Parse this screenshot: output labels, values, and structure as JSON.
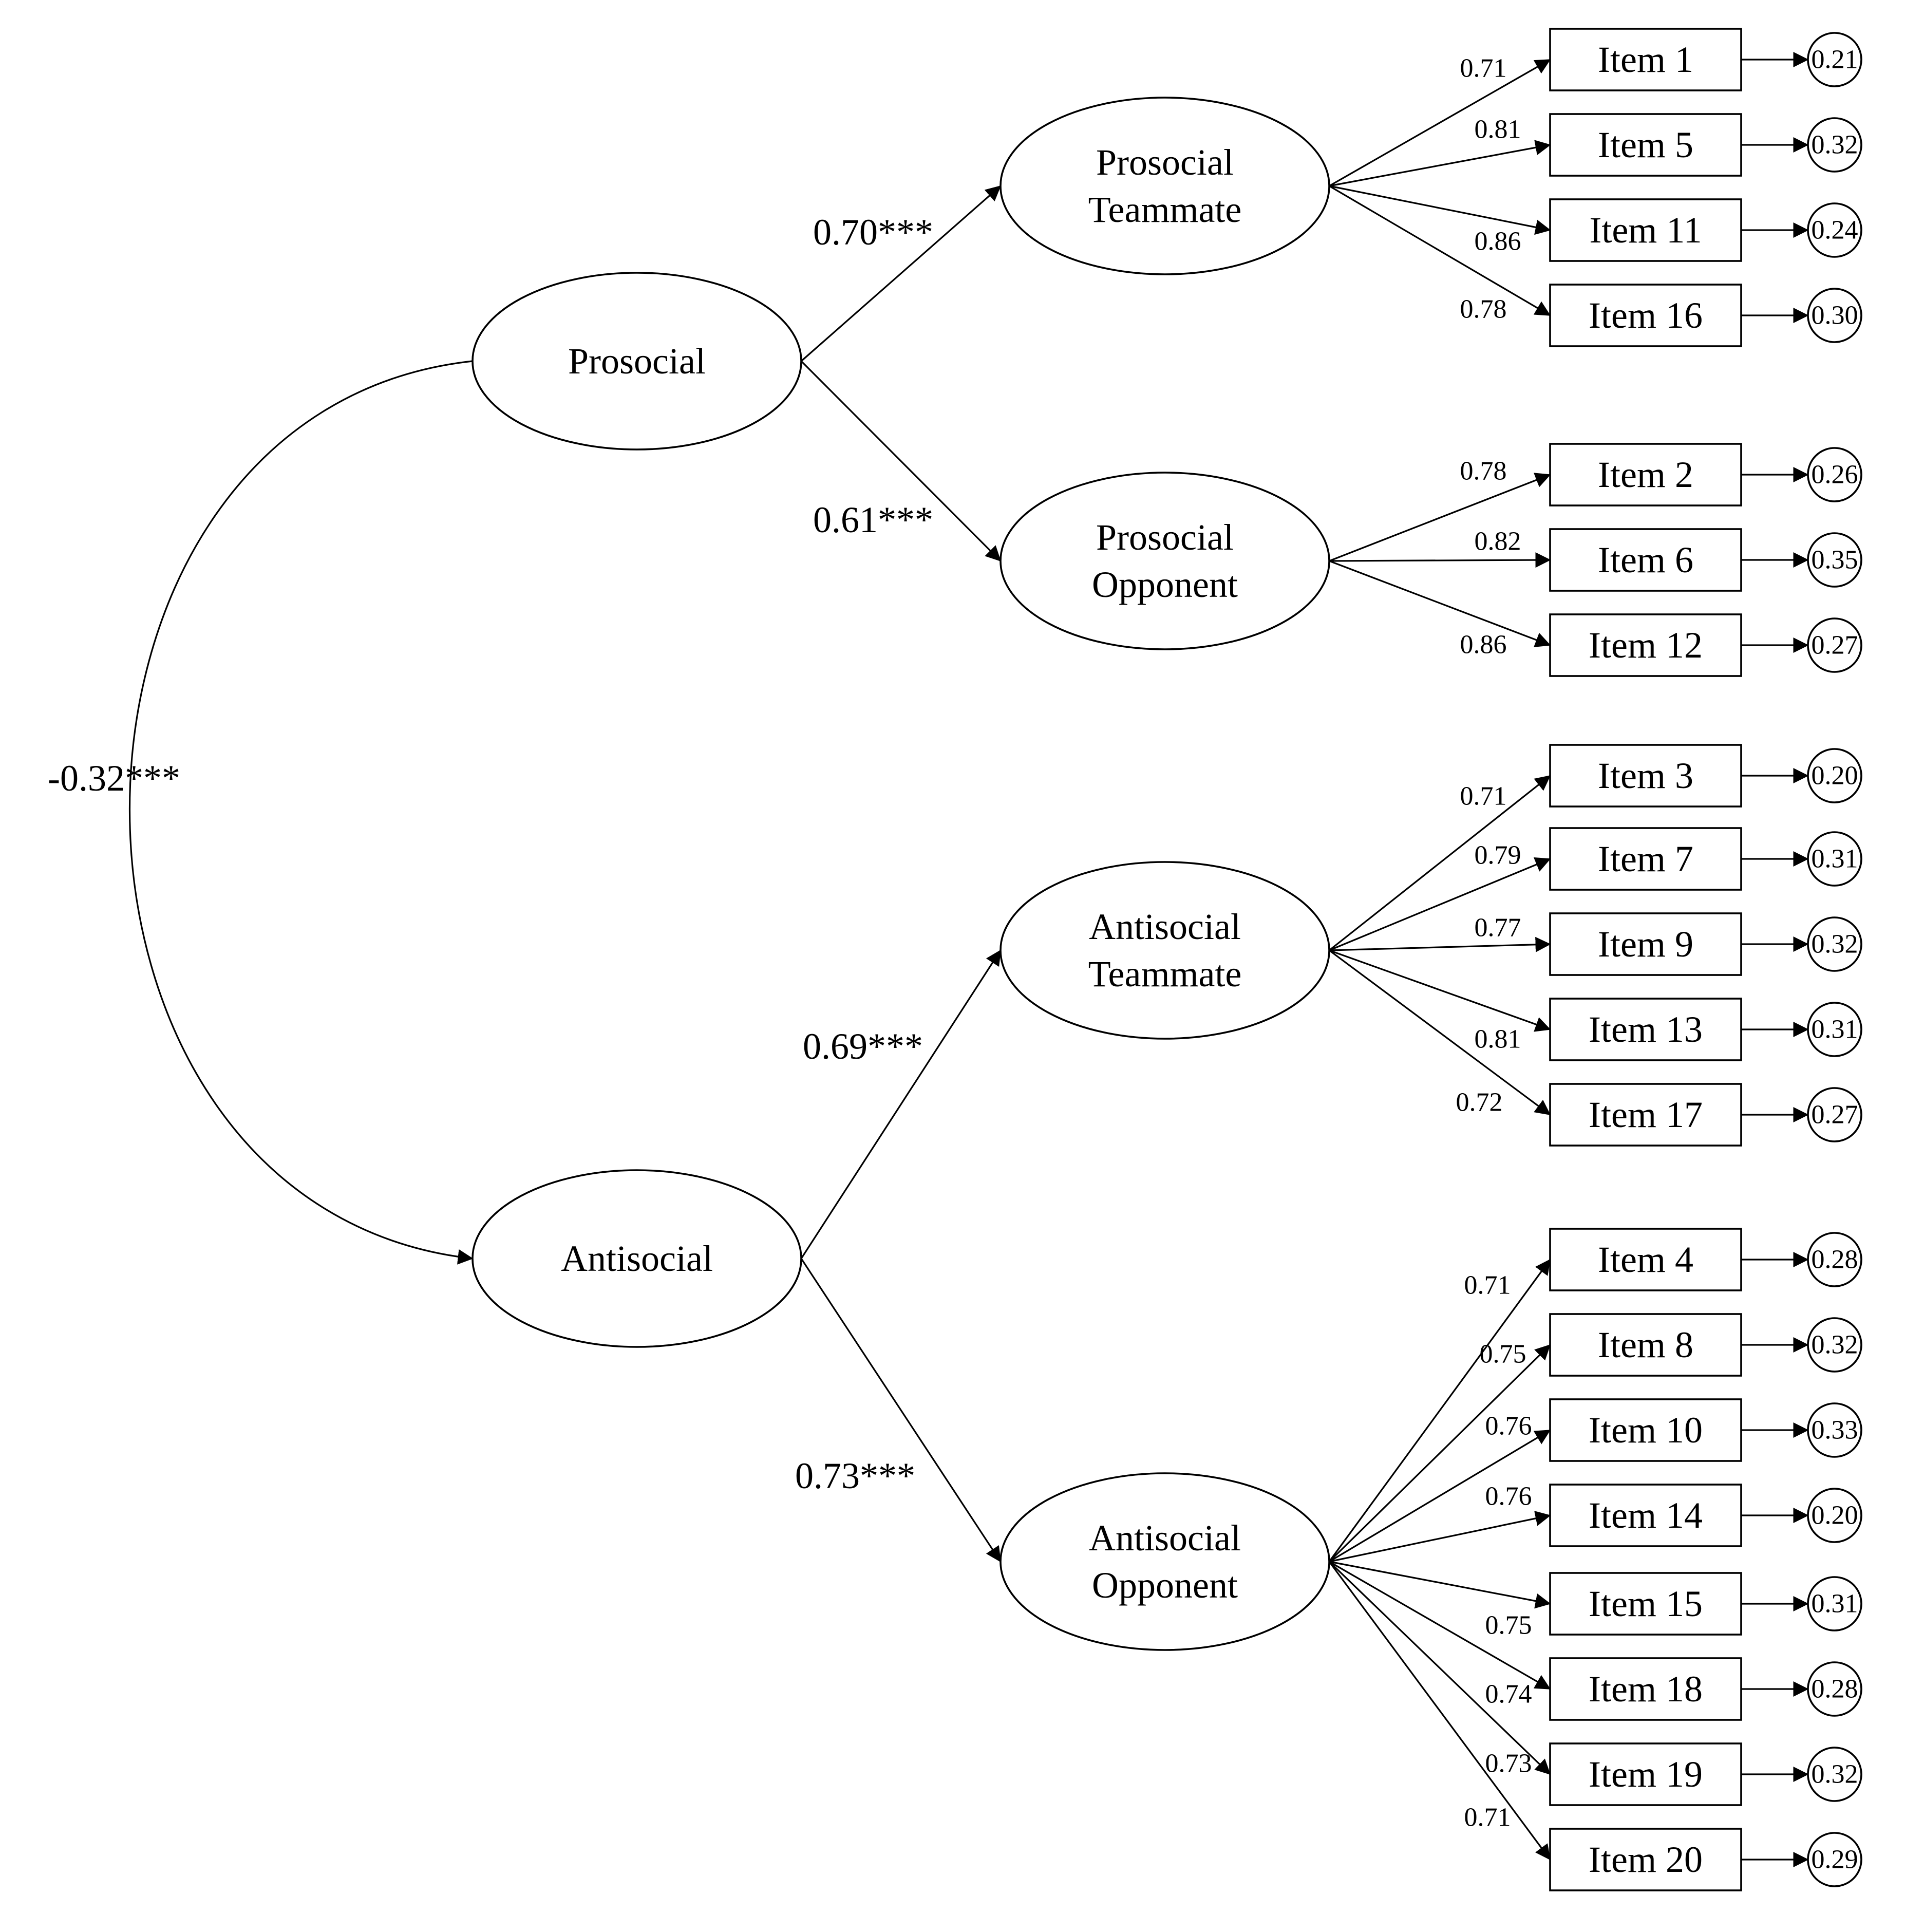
{
  "second_order": [
    {
      "id": "prosocial",
      "label": "Prosocial"
    },
    {
      "id": "antisocial",
      "label": "Antisocial"
    }
  ],
  "correlation": "-0.32***",
  "first_order": [
    {
      "id": "pt",
      "parent": "prosocial",
      "lines": [
        "Prosocial",
        "Teammate"
      ],
      "path": "0.70***",
      "items": [
        {
          "label": "Item  1",
          "loading": "0.71",
          "error": "0.21"
        },
        {
          "label": "Item  5",
          "loading": "0.81",
          "error": "0.32"
        },
        {
          "label": "Item  11",
          "loading": "0.86",
          "error": "0.24"
        },
        {
          "label": "Item  16",
          "loading": "0.78",
          "error": "0.30"
        }
      ]
    },
    {
      "id": "po",
      "parent": "prosocial",
      "lines": [
        "Prosocial",
        "Opponent"
      ],
      "path": "0.61***",
      "items": [
        {
          "label": "Item  2",
          "loading": "0.78",
          "error": "0.26"
        },
        {
          "label": "Item  6",
          "loading": "0.82",
          "error": "0.35"
        },
        {
          "label": "Item  12",
          "loading": "0.86",
          "error": "0.27"
        }
      ]
    },
    {
      "id": "at",
      "parent": "antisocial",
      "lines": [
        "Antisocial",
        "Teammate"
      ],
      "path": "0.69***",
      "items": [
        {
          "label": "Item  3",
          "loading": "0.71",
          "error": "0.20"
        },
        {
          "label": "Item  7",
          "loading": "0.79",
          "error": "0.31"
        },
        {
          "label": "Item  9",
          "loading": "0.77",
          "error": "0.32"
        },
        {
          "label": "Item  13",
          "loading": "0.81",
          "error": "0.31"
        },
        {
          "label": "Item  17",
          "loading": "0.72",
          "error": "0.27"
        }
      ]
    },
    {
      "id": "ao",
      "parent": "antisocial",
      "lines": [
        "Antisocial",
        "Opponent"
      ],
      "path": "0.73***",
      "items": [
        {
          "label": "Item  4",
          "loading": "0.71",
          "error": "0.28"
        },
        {
          "label": "Item  8",
          "loading": "0.75",
          "error": "0.32"
        },
        {
          "label": "Item  10",
          "loading": "0.76",
          "error": "0.33"
        },
        {
          "label": "Item  14",
          "loading": "0.76",
          "error": "0.20"
        },
        {
          "label": "Item  15",
          "loading": "0.75",
          "error": "0.31"
        },
        {
          "label": "Item  18",
          "loading": "0.74",
          "error": "0.28"
        },
        {
          "label": "Item  19",
          "loading": "0.73",
          "error": "0.32"
        },
        {
          "label": "Item  20",
          "loading": "0.71",
          "error": "0.29"
        }
      ]
    }
  ]
}
